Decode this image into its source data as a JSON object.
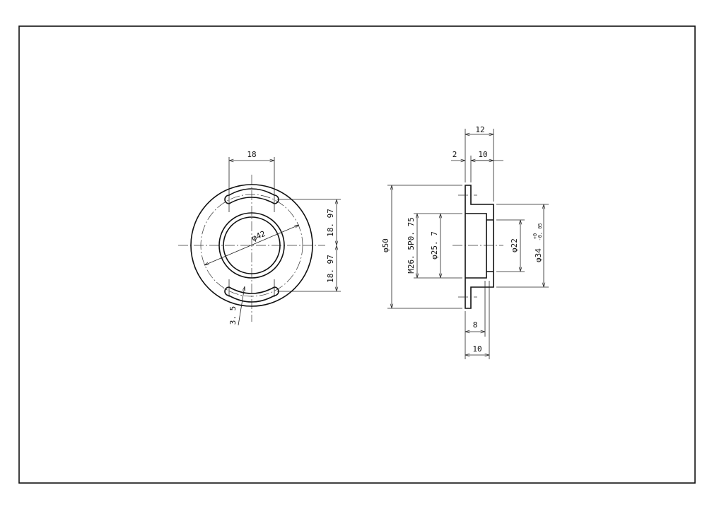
{
  "drawing": {
    "front_view": {
      "slot_width": "18",
      "slot_offset_top": "18. 97",
      "slot_offset_bottom": "18. 97",
      "pitch_circle": "φ42",
      "slot_radius": "3. 5"
    },
    "side_view": {
      "total_length": "12",
      "flange_thickness": "2",
      "body_length": "10",
      "flange_diameter": "φ50",
      "thread": "M26. 5P0. 75",
      "bore_diameter": "φ25. 7",
      "step_diameter": "φ22",
      "body_diameter": "φ34",
      "body_tol_upper": "+0",
      "body_tol_lower": "-0. 05",
      "thread_depth": "8",
      "bore_depth": "10"
    }
  }
}
